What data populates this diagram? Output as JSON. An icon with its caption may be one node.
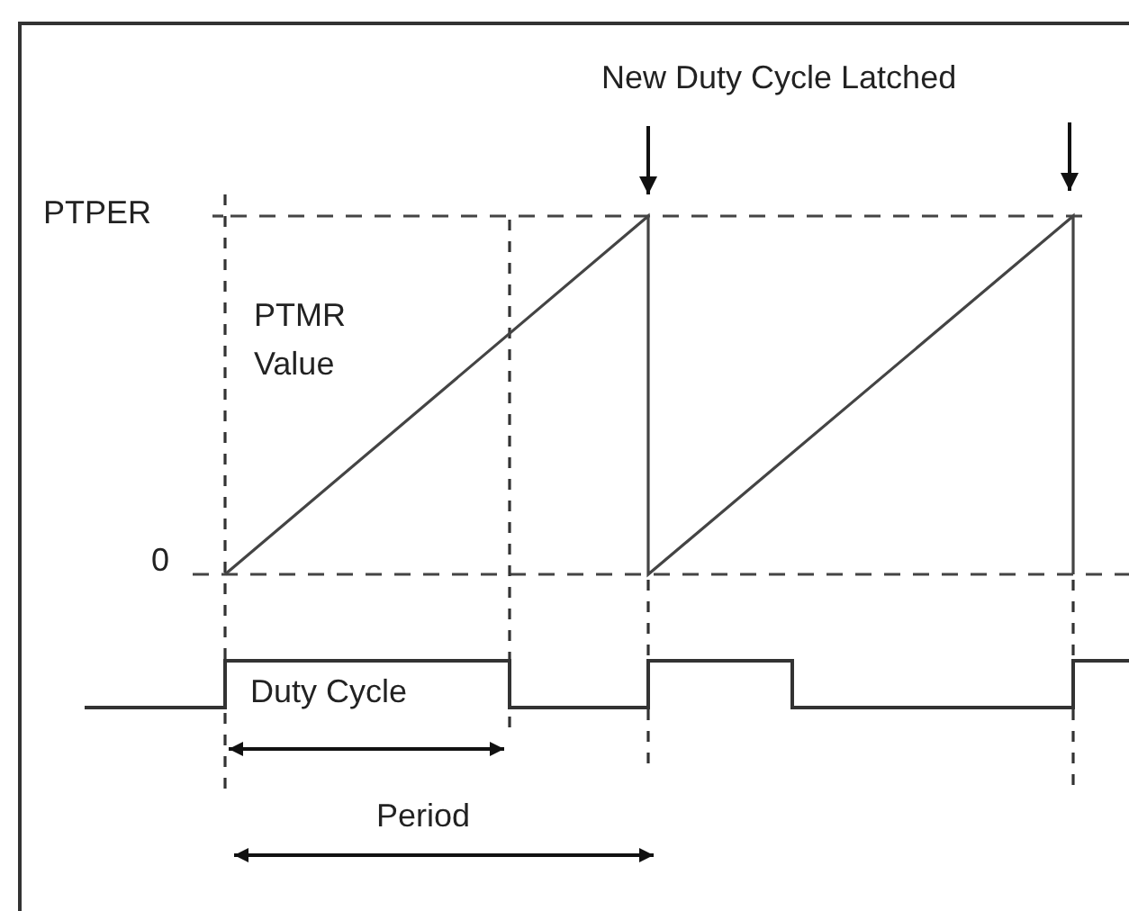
{
  "diagram": {
    "labels": [
      "New Duty Cycle Latched",
      "PTPER",
      "PTMR Value",
      "0",
      "Duty Cycle",
      "Period"
    ]
  }
}
